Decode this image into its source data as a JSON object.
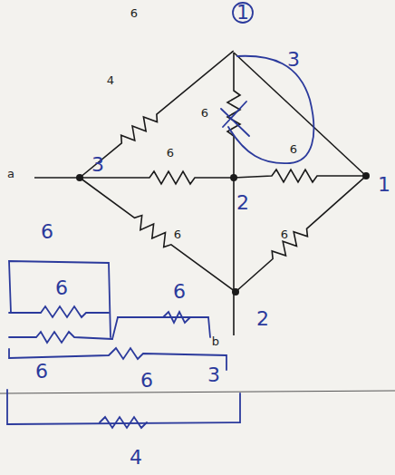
{
  "diagram": {
    "labels": [
      "6",
      "1",
      "4",
      "3",
      "6",
      "a",
      "3",
      "6",
      "6",
      "2",
      "1",
      "6",
      "6",
      "6",
      "2",
      "6",
      "6",
      "b",
      "6",
      "3",
      "6",
      "4"
    ]
  }
}
